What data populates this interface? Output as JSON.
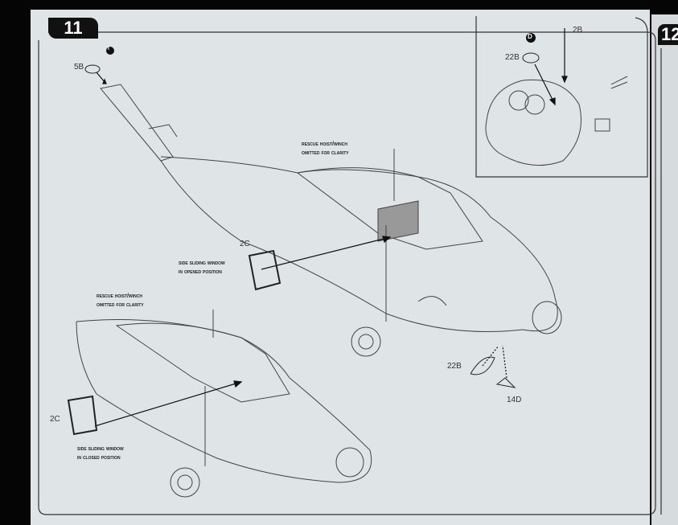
{
  "step_number": "11",
  "next_step_number": "12",
  "markers": {
    "tail_paint": "I",
    "inset_paint": "D"
  },
  "parts": {
    "tail_part": "5B",
    "inset_antenna": "2B",
    "inset_light": "22B",
    "window_open": "2C",
    "window_closed": "2C",
    "belly_light": "22B",
    "belly_antenna": "14D"
  },
  "captions": {
    "rescue_top": [
      "Rescue hoist/winch",
      "omitted for clarity"
    ],
    "rescue_left": [
      "Rescue hoist/winch",
      "omitted for clarity"
    ],
    "window_opened": [
      "Side sliding window",
      "in opened position"
    ],
    "window_closed": [
      "Side sliding window",
      "in closed position"
    ]
  }
}
